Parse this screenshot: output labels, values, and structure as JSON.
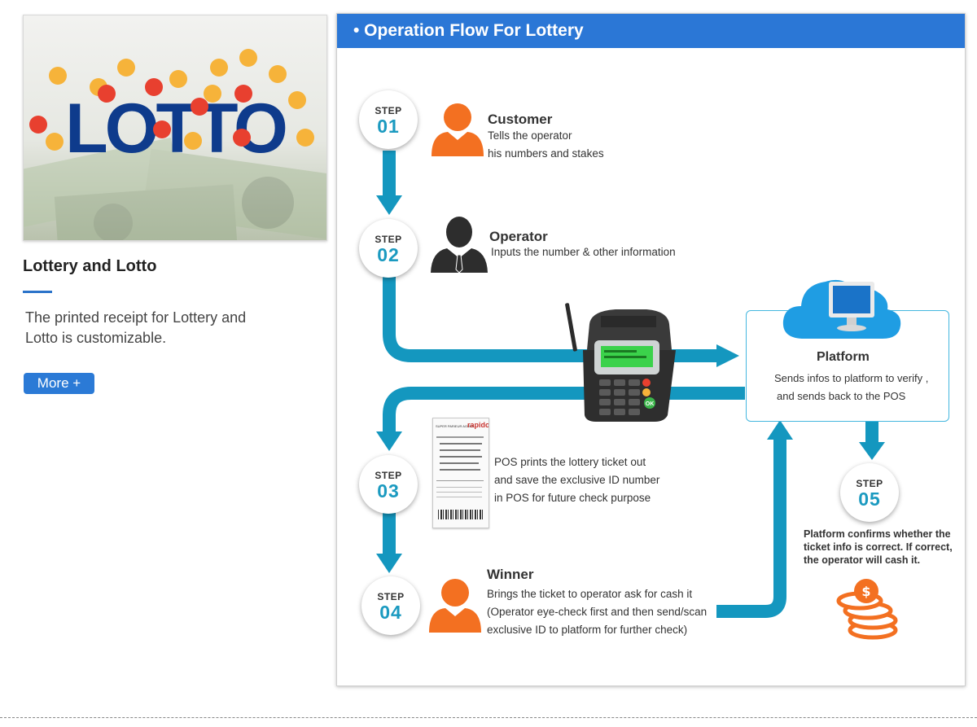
{
  "sidebar": {
    "image_text": "LOTTO",
    "title": "Lottery and Lotto",
    "description": "The printed receipt for Lottery and Lotto is customizable.",
    "more_label": "More +"
  },
  "panel": {
    "title": "• Operation Flow For Lottery"
  },
  "steps": [
    {
      "word": "STEP",
      "num": "01",
      "label": "Customer",
      "lines": [
        "Tells the operator",
        "his numbers and stakes"
      ]
    },
    {
      "word": "STEP",
      "num": "02",
      "label": "Operator",
      "lines": [
        "Inputs the number & other information"
      ]
    },
    {
      "word": "STEP",
      "num": "03",
      "label": "",
      "lines": [
        "POS prints the lottery ticket out",
        "and save the exclusive ID number",
        "in POS for future check purpose"
      ]
    },
    {
      "word": "STEP",
      "num": "04",
      "label": "Winner",
      "lines": [
        "Brings the ticket to operator ask for cash it",
        "(Operator eye-check first and then send/scan",
        "exclusive ID to platform for further check)"
      ]
    },
    {
      "word": "STEP",
      "num": "05",
      "label": "",
      "lines": [
        "Platform confirms whether the",
        "ticket info is correct. If correct,",
        "the operator will cash it."
      ]
    }
  ],
  "platform": {
    "label": "Platform",
    "lines": [
      "Sends infos to platform to verify ,",
      "and sends back to the POS"
    ]
  },
  "pos_keys": {
    "ok": "OK"
  },
  "receipt": {
    "brand": "rapido",
    "header": "SUPER PARIEUR AGREE"
  },
  "colors": {
    "accent": "#2b77d6",
    "flow": "#1497bf",
    "person": "#f37021",
    "coins": "#f37021"
  }
}
